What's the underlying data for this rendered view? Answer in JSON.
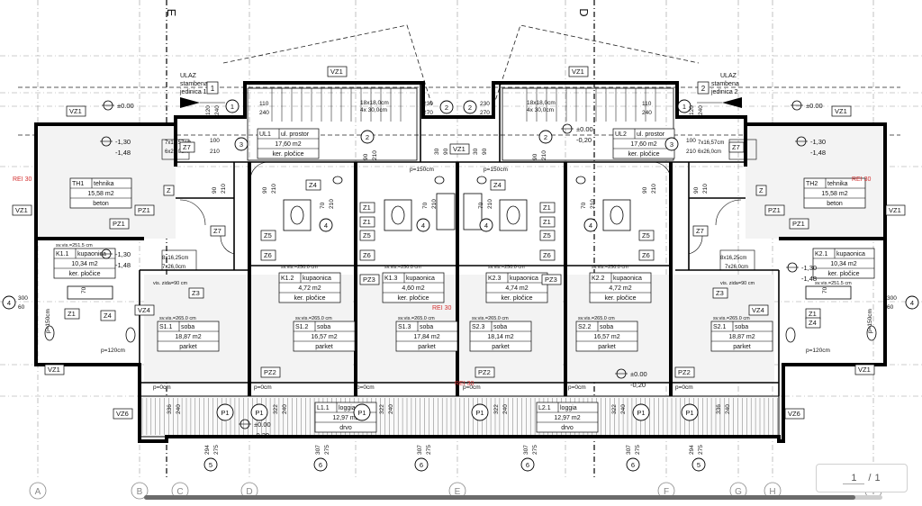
{
  "grid_axes": {
    "top": [
      "E",
      "D"
    ],
    "bottom": [
      "A",
      "B",
      "C",
      "D",
      "E",
      "F",
      "G",
      "H",
      "I"
    ]
  },
  "units": [
    {
      "entry_label_1": "ULAZ",
      "entry_label_2": "stambena",
      "entry_label_3": "jedinica 1",
      "entry_num": "1"
    },
    {
      "entry_label_1": "ULAZ",
      "entry_label_2": "stambena",
      "entry_label_3": "jedinica 2",
      "entry_num": "2"
    }
  ],
  "rooms": [
    {
      "code": "TH1",
      "name": "tehnika",
      "area": "15,58 m2",
      "finish": "beton"
    },
    {
      "code": "UL1",
      "name": "ul. prostor",
      "area": "17,60 m2",
      "finish": "ker. pločice"
    },
    {
      "code": "UL2",
      "name": "ul. prostor",
      "area": "17,60 m2",
      "finish": "ker. pločice"
    },
    {
      "code": "TH2",
      "name": "tehnika",
      "area": "15,58 m2",
      "finish": "beton"
    },
    {
      "code": "K1.1",
      "name": "kupaonica",
      "area": "10,34 m2",
      "finish": "ker. pločice"
    },
    {
      "code": "K1.2",
      "name": "kupaonica",
      "area": "4,72 m2",
      "finish": "ker. pločice"
    },
    {
      "code": "K1.3",
      "name": "kupaonica",
      "area": "4,60 m2",
      "finish": "ker. pločice"
    },
    {
      "code": "K2.3",
      "name": "kupaonica",
      "area": "4,74 m2",
      "finish": "ker. pločice"
    },
    {
      "code": "K2.2",
      "name": "kupaonica",
      "area": "4,72 m2",
      "finish": "ker. pločice"
    },
    {
      "code": "K2.1",
      "name": "kupaonica",
      "area": "10,34 m2",
      "finish": "ker. pločice"
    },
    {
      "code": "S1.1",
      "name": "soba",
      "area": "18,87 m2",
      "finish": "parket"
    },
    {
      "code": "S1.2",
      "name": "soba",
      "area": "16,57 m2",
      "finish": "parket"
    },
    {
      "code": "S1.3",
      "name": "soba",
      "area": "17,84 m2",
      "finish": "parket"
    },
    {
      "code": "S2.3",
      "name": "soba",
      "area": "18,14 m2",
      "finish": "parket"
    },
    {
      "code": "S2.2",
      "name": "soba",
      "area": "16,57 m2",
      "finish": "parket"
    },
    {
      "code": "S2.1",
      "name": "soba",
      "area": "18,87 m2",
      "finish": "parket"
    },
    {
      "code": "L1.1",
      "name": "loggia",
      "area": "12,97 m2",
      "finish": "drvo"
    },
    {
      "code": "L2.1",
      "name": "loggia",
      "area": "12,97 m2",
      "finish": "drvo"
    }
  ],
  "ceiling_heights": {
    "k11": "sv.vis.=251.5 cm",
    "k12": "sv.vis.=250.0 cm",
    "k13": "sv.vis.=250.0 cm",
    "k23": "sv.vis.=250.0 cm",
    "k22": "sv.vis.=250.0 cm",
    "k21": "sv.vis.=251.5 cm",
    "s11": "sv.vis.=265.0 cm",
    "s12": "sv.vis.=265.0 cm",
    "s13": "sv.vis.=265.0 cm",
    "s23": "sv.vis.=265.0 cm",
    "s22": "sv.vis.=265.0 cm",
    "s21": "sv.vis.=265.0 cm",
    "vis_zida_l": "vis. zida=90 cm",
    "vis_zida_r": "vis. zida=90 cm"
  },
  "levels": {
    "zero": "±0.00",
    "m130": "-1,30",
    "m148": "-1,48",
    "m020": "-0,20"
  },
  "stairs": {
    "s1": "18x18,0cm",
    "s1b": "4x 30,0cm",
    "s2": "18x18,0cm",
    "s2b": "4x 30,0cm",
    "s3": "7x16,57cm",
    "s3b": "6x26,0cm",
    "s4": "7x16,57cm",
    "s4b": "6x26,0cm",
    "s5": "8x16,25cm",
    "s5b": "7x26,0cm",
    "s6": "8x16,25cm",
    "s6b": "7x26,0cm"
  },
  "rei": [
    "REI 30",
    "REI 30",
    "REI 30",
    "REI 30"
  ],
  "tags": {
    "vz1": "VZ1",
    "vz6": "VZ6",
    "vz4": "VZ4",
    "pz1": "PZ1",
    "pz2": "PZ2",
    "pz3": "PZ3",
    "z1": "Z1",
    "z3": "Z3",
    "z4": "Z4",
    "z5": "Z5",
    "z6": "Z6",
    "z7": "Z7",
    "z": "Z",
    "p1": "P1"
  },
  "door_nums": {
    "n1": "1",
    "n2": "2",
    "n3": "3",
    "n4": "4",
    "n5": "5",
    "n6": "6"
  },
  "dims": {
    "d110": "110",
    "d240": "240",
    "d230": "230",
    "d270": "270",
    "d100": "100",
    "d210": "210",
    "d120": "120",
    "d90": "90",
    "d70": "70",
    "d30": "30",
    "d300": "300",
    "d60": "60",
    "d336": "336",
    "d322": "322",
    "d294": "294",
    "d275": "275",
    "d307": "307",
    "p150": "p=150cm",
    "p0": "p=0cm",
    "p120": "p=120cm"
  },
  "pager": {
    "current": "1",
    "separator": "/",
    "total": "1"
  }
}
